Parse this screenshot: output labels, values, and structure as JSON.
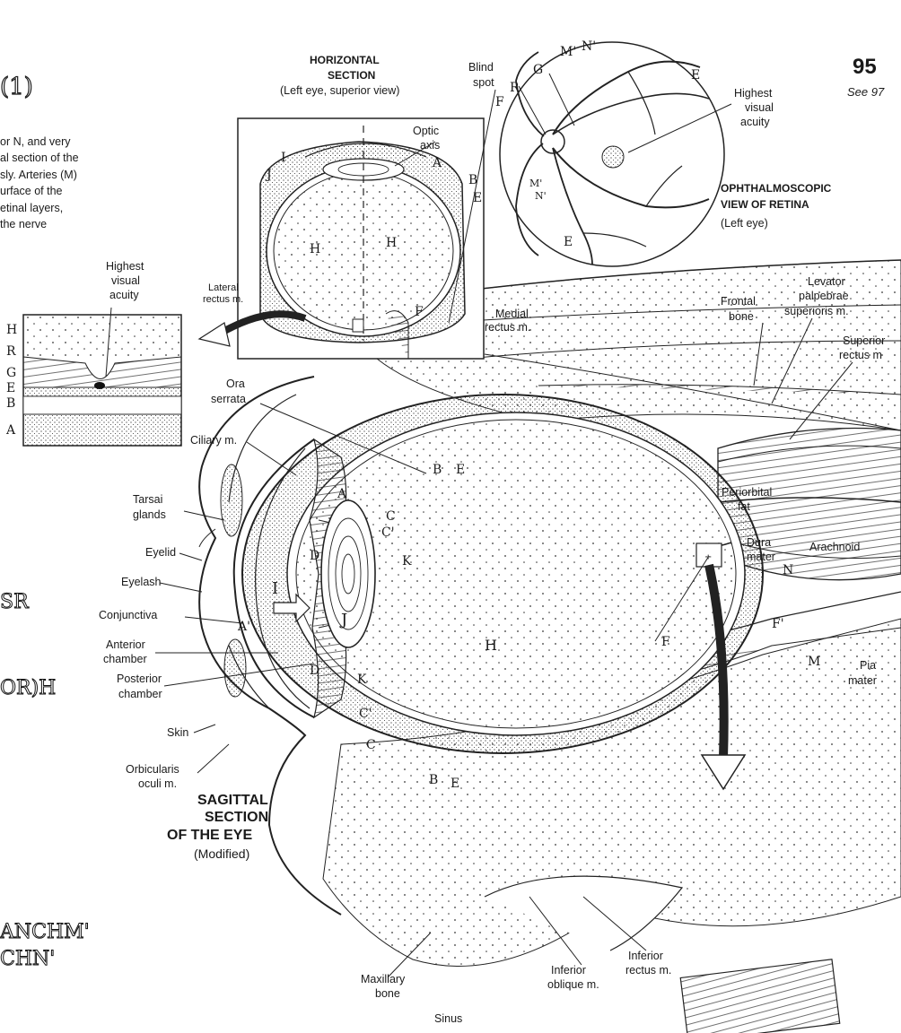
{
  "page": {
    "number": "95",
    "see": "See 97"
  },
  "title_fragment": "(1)",
  "margin_letters": {
    "sr": "SR",
    "or_h": "OR)H",
    "branch": "ANCHM'",
    "ch": "CHN'"
  },
  "intro_lines": [
    "or N, and very",
    "al section of the",
    "sly. Arteries (M)",
    "urface of the",
    "etinal layers,",
    " the nerve"
  ],
  "horizontal": {
    "title1": "HORIZONTAL",
    "title2": "SECTION",
    "subtitle": "(Left eye, superior view)",
    "optic_axis": [
      "Optic",
      "axis"
    ],
    "lateral_rectus": [
      "Lateral",
      "rectus m."
    ],
    "medial_rectus": [
      "Medial",
      "rectus m."
    ],
    "blind_spot": [
      "Blind",
      "spot"
    ],
    "letters": [
      "I",
      "J",
      "A",
      "B",
      "E",
      "H",
      "H",
      "F"
    ]
  },
  "inset": {
    "title": [
      "Highest",
      "visual",
      "acuity"
    ],
    "layers": [
      "H",
      "R",
      "G",
      "E",
      "B",
      "A"
    ]
  },
  "retina": {
    "title1": "OPHTHALMOSCOPIC",
    "title2": "VIEW OF RETINA",
    "subtitle": "(Left eye)",
    "acuity": [
      "Highest",
      "visual",
      "acuity"
    ],
    "letters": [
      "R",
      "G",
      "M'",
      "N'",
      "E",
      "F",
      "M'",
      "N'",
      "E"
    ]
  },
  "sagittal": {
    "title": [
      "SAGITTAL",
      "SECTION",
      "OF THE EYE"
    ],
    "modified": "(Modified)",
    "left_labels": {
      "ora": [
        "Ora",
        "serrata"
      ],
      "ciliary": "Ciliary m.",
      "tarsal": [
        "Tarsai",
        "glands"
      ],
      "eyelid": "Eyelid",
      "eyelash": "Eyelash",
      "conjunctiva": "Conjunctiva",
      "anterior": [
        "Anterior",
        "chamber"
      ],
      "posterior": [
        "Posterior",
        "chamber"
      ],
      "skin": "Skin",
      "orbicularis": [
        "Orbicularis",
        "oculi m."
      ]
    },
    "right_labels": {
      "frontal": [
        "Frontal",
        "bone"
      ],
      "levator": [
        "Levator",
        "palpebrae",
        "superioris m."
      ],
      "superior": [
        "Superior",
        "rectus m"
      ],
      "periorbital": [
        "Periorbital",
        "fat"
      ],
      "dura": [
        "Dura",
        "mater"
      ],
      "arachnoid": "Arachnoid",
      "pia": [
        "Pia",
        "mater"
      ]
    },
    "bottom_labels": {
      "maxillary": [
        "Maxillary",
        "bone"
      ],
      "sinus": "Sinus",
      "inferior_oblique": [
        "Inferior",
        "oblique m."
      ],
      "inferior_rectus": [
        "Inferior",
        "rectus m."
      ]
    },
    "letters": {
      "A": "A",
      "B": "B",
      "E": "E",
      "C": "C",
      "C1": "C'",
      "K": "K",
      "D": "D",
      "I": "I",
      "J": "J",
      "H": "H",
      "A1": "A'",
      "F": "F",
      "F1": "F'",
      "N": "N",
      "M": "M"
    }
  }
}
